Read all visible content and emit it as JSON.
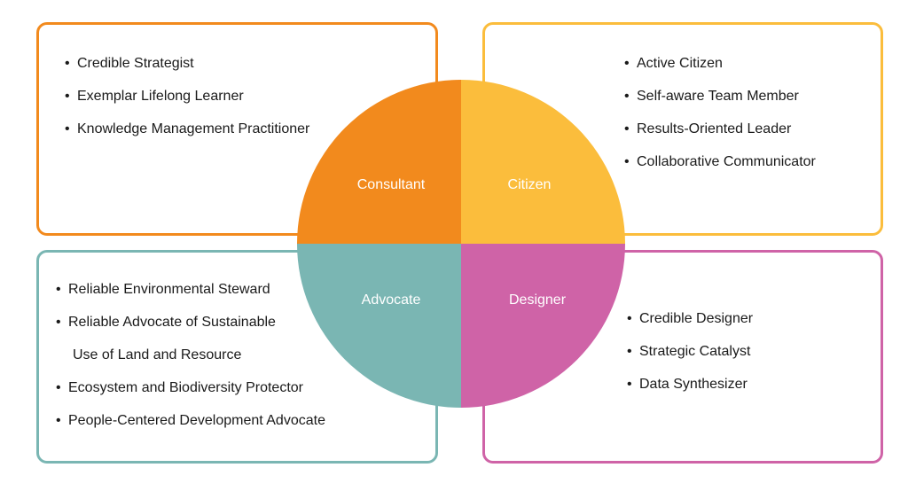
{
  "quadrants": {
    "consultant": {
      "label": "Consultant",
      "color": "#f28a1d",
      "items": [
        "Credible Strategist",
        "Exemplar Lifelong Learner",
        "Knowledge Management Practitioner"
      ]
    },
    "citizen": {
      "label": "Citizen",
      "color": "#fbbd3c",
      "items": [
        "Active Citizen",
        "Self-aware Team Member",
        "Results-Oriented Leader",
        "Collaborative Communicator"
      ]
    },
    "advocate": {
      "label": "Advocate",
      "color": "#7ab6b3",
      "items": [
        "Reliable Environmental Steward",
        "Reliable Advocate of Sustainable",
        "Use of Land and Resource",
        "Ecosystem and Biodiversity Protector",
        "People-Centered Development Advocate"
      ]
    },
    "designer": {
      "label": "Designer",
      "color": "#cf63a7",
      "items": [
        "Credible Designer",
        "Strategic Catalyst",
        "Data Synthesizer"
      ]
    }
  }
}
